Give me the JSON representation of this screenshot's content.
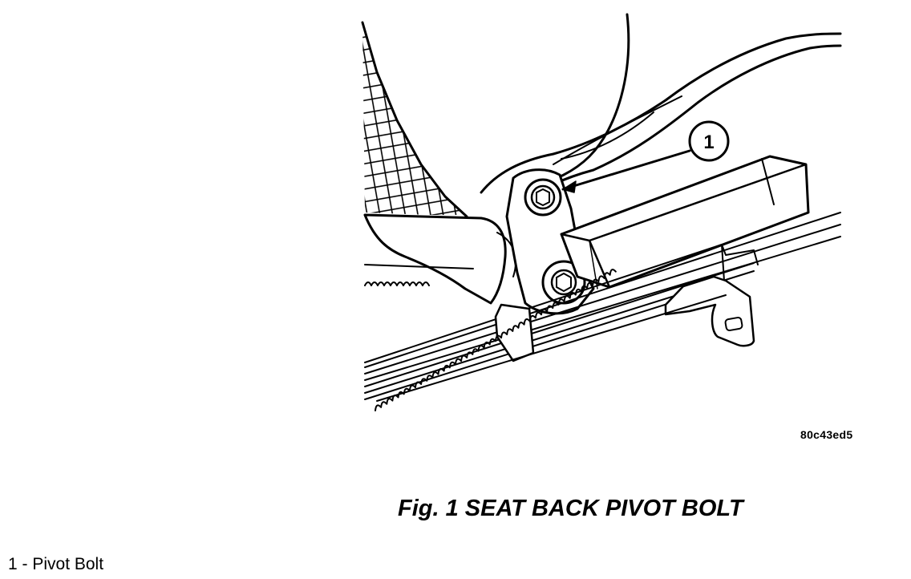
{
  "figure": {
    "reference_code": "80c43ed5",
    "caption": "Fig. 1 SEAT BACK PIVOT BOLT",
    "callout_number": "1"
  },
  "legend": {
    "items": [
      {
        "number": "1",
        "label": "1 - Pivot Bolt"
      }
    ]
  }
}
